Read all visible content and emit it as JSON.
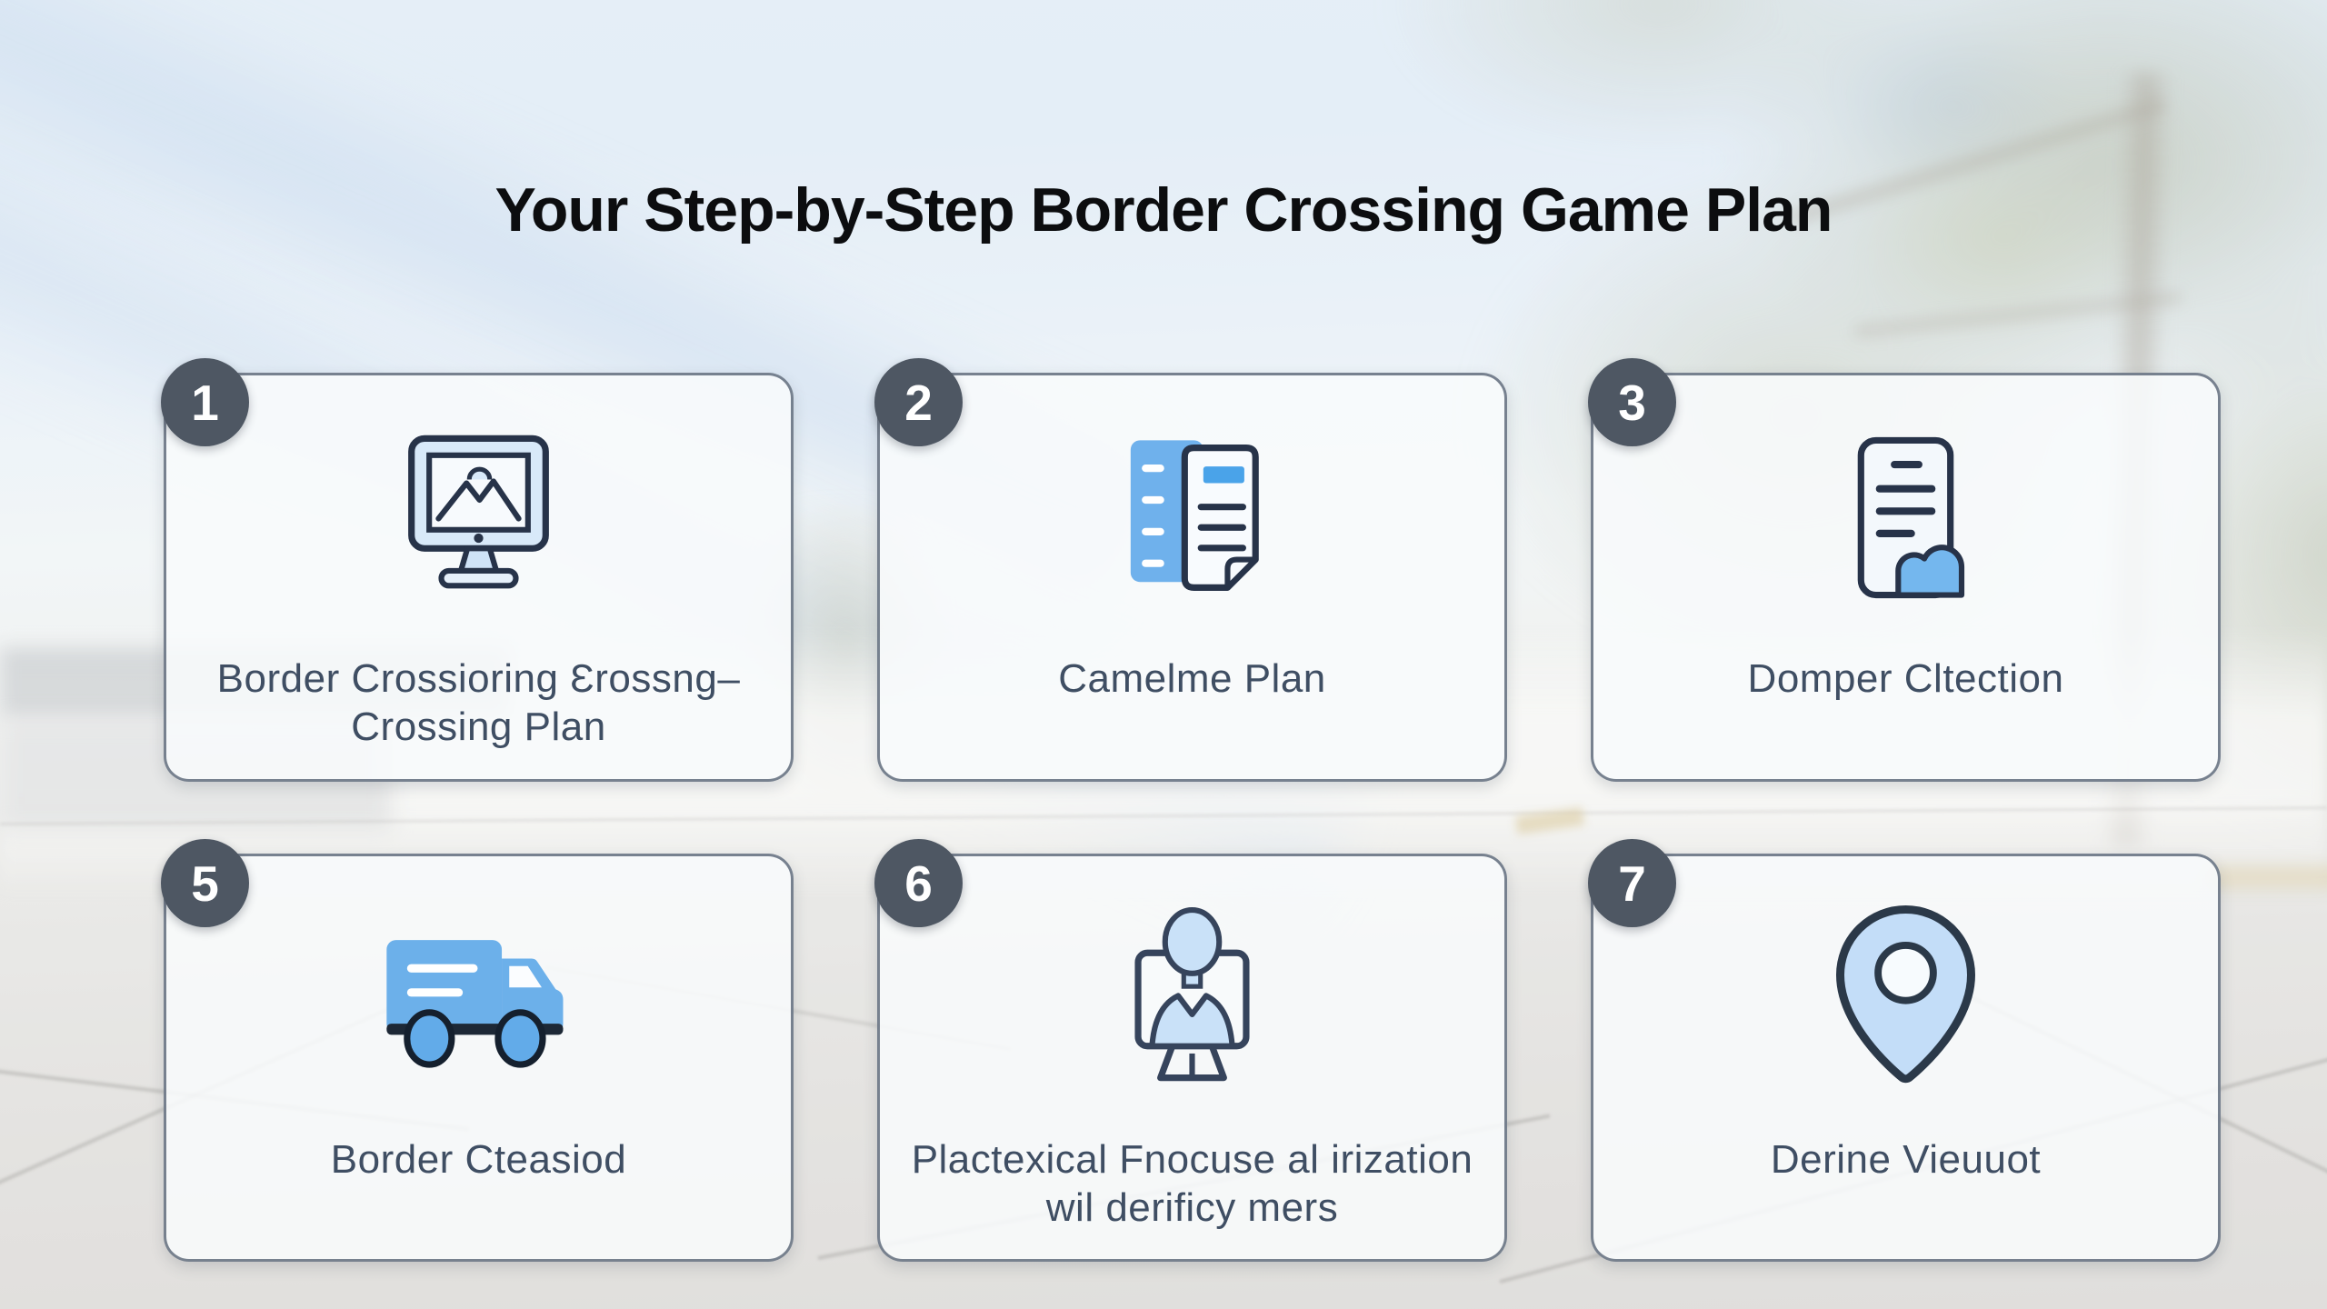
{
  "title": "Your Step-by-Step Border Crossing Game Plan",
  "cards": [
    {
      "number": "1",
      "icon": "desktop-monitor-image-icon",
      "label": "Border Crossioring Ɛrossng–\nCrossing Plan"
    },
    {
      "number": "2",
      "icon": "checklist-documents-icon",
      "label": "Camelme Plan"
    },
    {
      "number": "3",
      "icon": "document-cloud-icon",
      "label": "Domper Cltection"
    },
    {
      "number": "5",
      "icon": "delivery-truck-icon",
      "label": "Border Cteasiod"
    },
    {
      "number": "6",
      "icon": "person-on-screen-icon",
      "label": "Plactexical Fnocuse al irization\nwil derificy mers"
    },
    {
      "number": "7",
      "icon": "location-pin-icon",
      "label": "Derine Vieuuot"
    }
  ],
  "colors": {
    "accent_blue": "#6cb0ea",
    "light_blue_fill": "#cfe3f7",
    "icon_outline_navy": "#273349",
    "badge_background": "#4e5763",
    "badge_text": "#ffffff",
    "card_border": "#525f70",
    "label_text": "#3f4e63",
    "title_text": "#0c0d0f"
  }
}
